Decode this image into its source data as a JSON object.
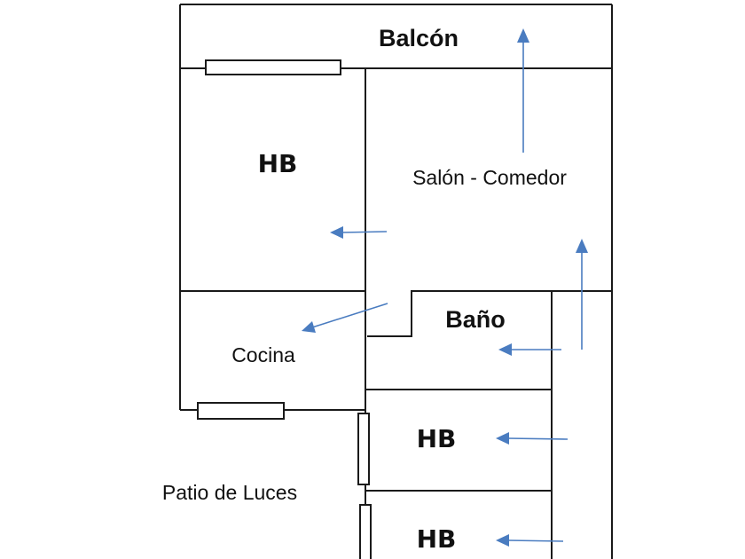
{
  "rooms": {
    "balcony": "Balcón",
    "bedroom_top": "HB",
    "living_dining": "Salón - Comedor",
    "bathroom": "Baño",
    "kitchen": "Cocina",
    "bedroom_middle": "HB",
    "bedroom_bottom": "HB",
    "light_well": "Patio de Luces"
  },
  "colors": {
    "walls": "#1a1a1a",
    "arrows": "#4a7cc0",
    "background": "#ffffff"
  }
}
